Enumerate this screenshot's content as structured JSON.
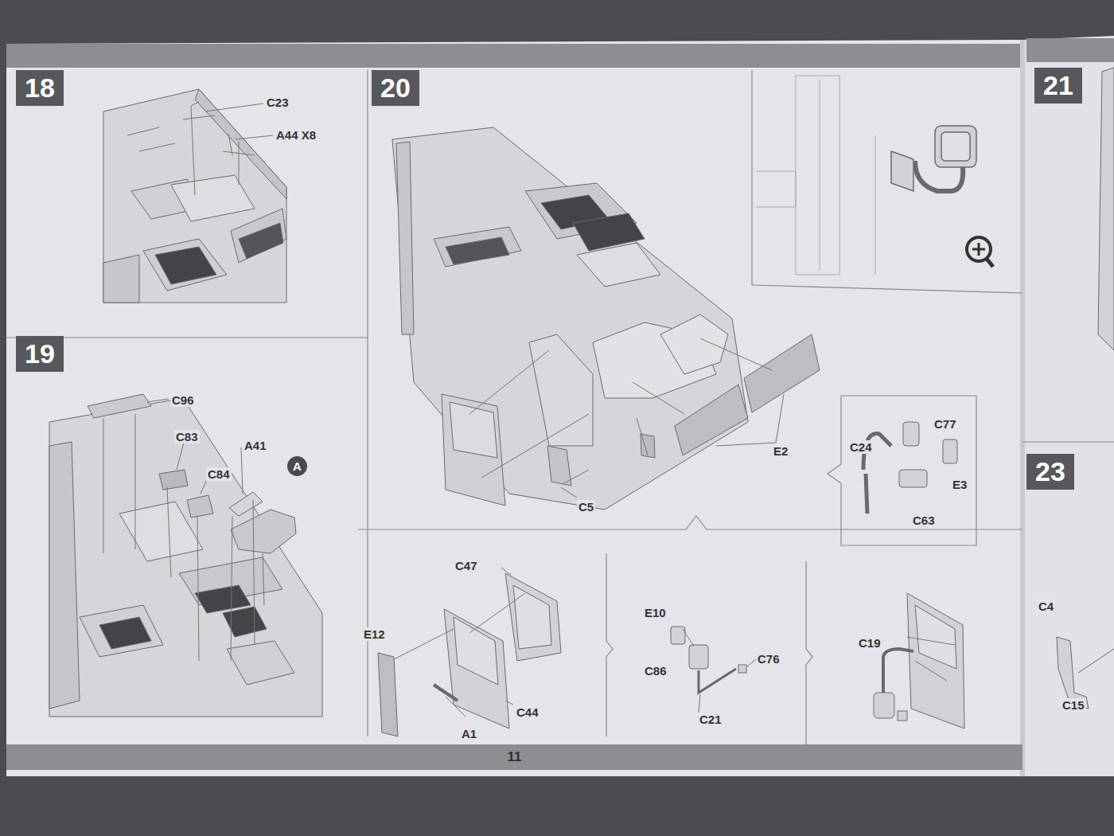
{
  "diagram": {
    "nodes": [
      {
        "text": [
          "18"
        ]
      },
      {
        "text": [
          "20"
        ]
      },
      {
        "text": [
          "21"
        ]
      },
      {
        "text": [
          "19"
        ]
      },
      {
        "text": [
          "A"
        ]
      },
      {
        "text": [
          "23"
        ]
      },
      {
        "text": [
          "11"
        ]
      }
    ],
    "labels": [
      "C23",
      "A44 X8",
      "C96",
      "C83",
      "A41",
      "C84",
      "C5",
      "E2",
      "C24",
      "C77",
      "E3",
      "C63",
      "C47",
      "E12",
      "A1",
      "C44",
      "E10",
      "C86",
      "C76",
      "C21",
      "C19",
      "C4",
      "C15"
    ]
  }
}
